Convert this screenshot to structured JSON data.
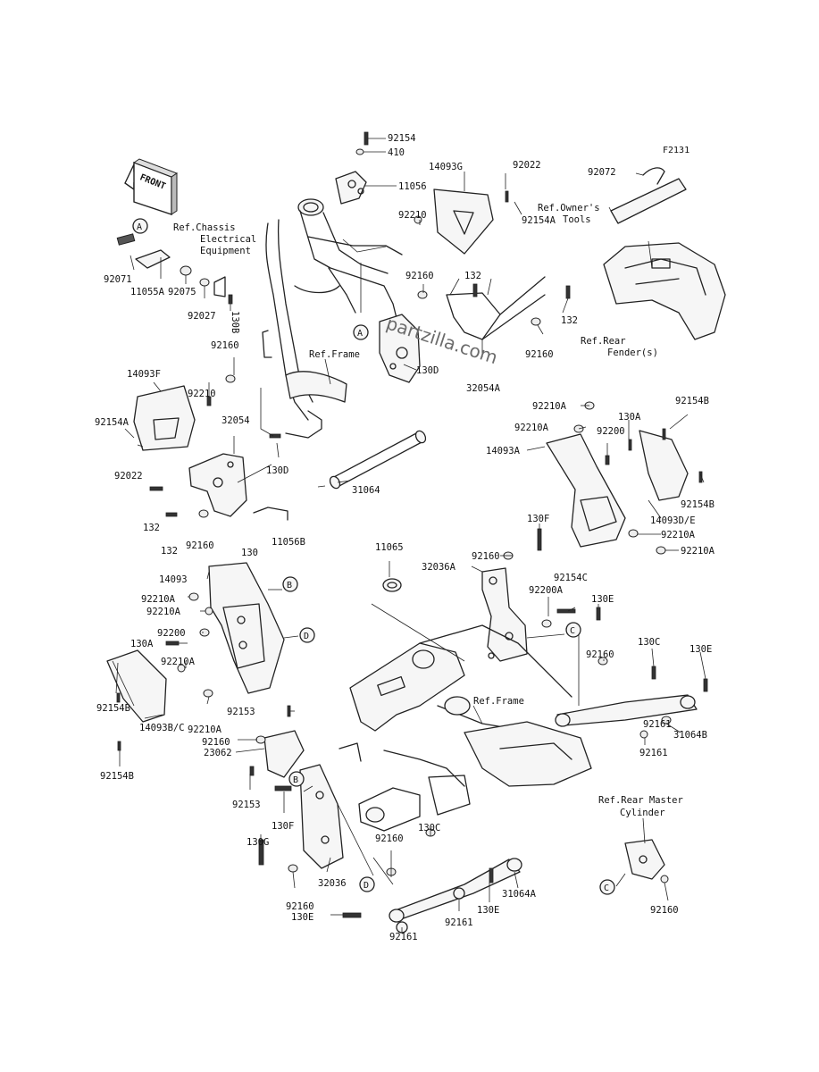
{
  "figure_code": "F2131",
  "watermark": "partzilla.com",
  "front_arrow": "FRONT",
  "callouts": [
    "A",
    "A",
    "B",
    "B",
    "C",
    "C",
    "D",
    "D"
  ],
  "references": {
    "chassis_electrical": [
      "Ref.Chassis",
      "Electrical",
      "Equipment"
    ],
    "owners_tools": [
      "Ref.Owner's",
      "Tools"
    ],
    "rear_fender": [
      "Ref.Rear",
      "Fender(s)"
    ],
    "frame_upper": "Ref.Frame",
    "frame_lower": "Ref.Frame",
    "rear_master": [
      "Ref.Rear Master",
      "Cylinder"
    ]
  },
  "parts": {
    "p92154_top": "92154",
    "p410": "410",
    "p11056": "11056",
    "p14093G": "14093G",
    "p92022_top": "92022",
    "p92210_top": "92210",
    "p92154A_top": "92154A",
    "p92072": "92072",
    "p92071": "92071",
    "p11055A": "11055A",
    "p92075": "92075",
    "p92027": "92027",
    "p130B": "130B",
    "p92160_top": "92160",
    "p132_top": "132",
    "p132_right": "132",
    "p92160_mid": "92160",
    "p130D_top": "130D",
    "p32054A": "32054A",
    "p92160_left": "92160",
    "p14093F": "14093F",
    "p92210_left": "92210",
    "p92154A_left": "92154A",
    "p92022_left": "92022",
    "p32054": "32054",
    "p130D_mid": "130D",
    "p31064": "31064",
    "p132_a": "132",
    "p132_b": "132",
    "p92160_b": "92160",
    "p130": "130",
    "p11056B": "11056B",
    "p92210A_1": "92210A",
    "p92154B_right": "92154B",
    "p92210A_2": "92210A",
    "p130A_right": "130A",
    "p92200_right": "92200",
    "p14093A": "14093A",
    "p92154B_right2": "92154B",
    "p14093D_E": "14093D/E",
    "p92210A_3": "92210A",
    "p92210A_4": "92210A",
    "p130F_right": "130F",
    "p92160_c": "92160",
    "p32036A": "32036A",
    "p11065": "11065",
    "p14093": "14093",
    "p92210A_5": "92210A",
    "p92210A_6": "92210A",
    "p92154C": "92154C",
    "p92200A": "92200A",
    "p130E_top": "130E",
    "p92200_left": "92200",
    "p130A_left": "130A",
    "p92210A_7": "92210A",
    "p92160_d": "92160",
    "p130C_right": "130C",
    "p130E_right": "130E",
    "p92154B_left": "92154B",
    "p92210A_8": "92210A",
    "p92153_top": "92153",
    "p92160_e": "92160",
    "p23062": "23062",
    "p31064B": "31064B",
    "p92161_a": "92161",
    "p92161_b": "92161",
    "p14093B_C": "14093B/C",
    "p92154B_bottom": "92154B",
    "p92153_bottom": "92153",
    "p130F_left": "130F",
    "p130G": "130G",
    "p92160_f": "92160",
    "p130C_low": "130C",
    "p92160_g": "92160",
    "p32036": "32036",
    "p92160_h": "92160",
    "p130E_low": "130E",
    "p31064A": "31064A",
    "p92161_c": "92161",
    "p130E_bottom": "130E",
    "p92161_d": "92161",
    "p92160_rear": "92160"
  }
}
